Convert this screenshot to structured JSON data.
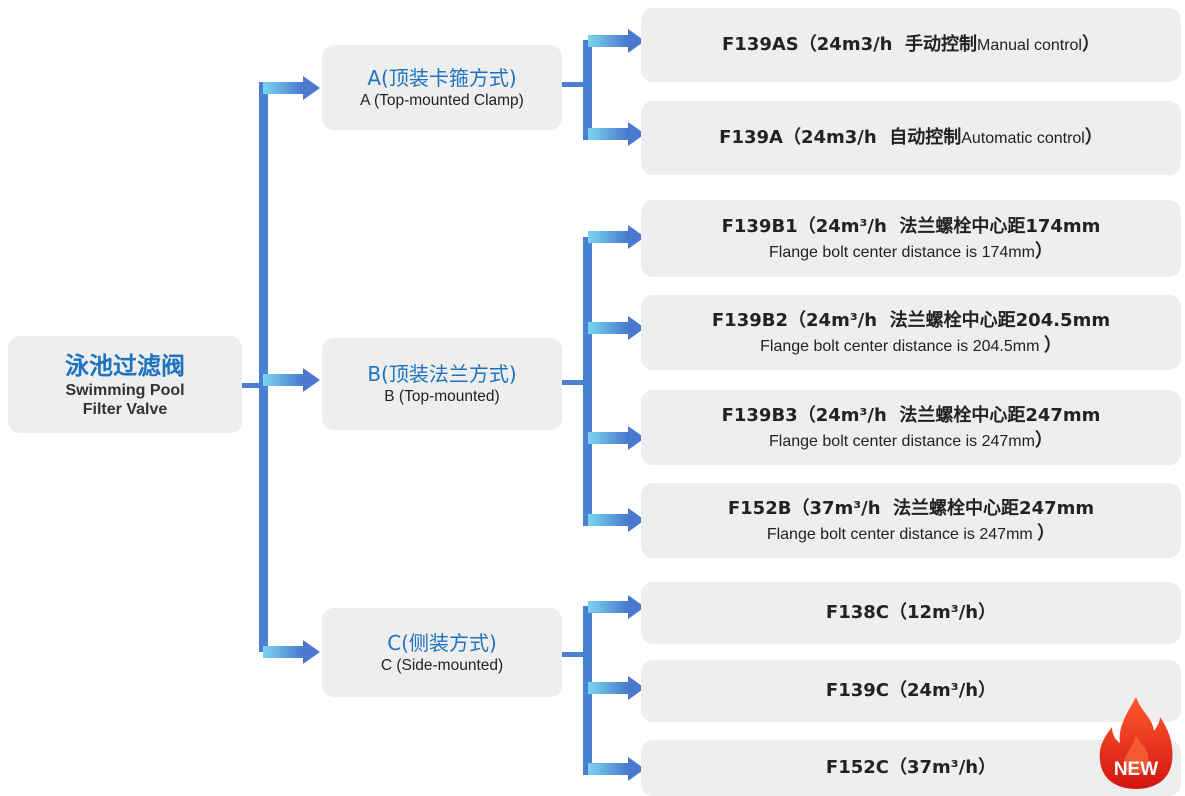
{
  "colors": {
    "connector": "#4a7fd4",
    "arrow_start": "#79d6ee",
    "arrow_end": "#4a78cf",
    "box_bg": "#eeeeee",
    "title_blue": "#1e73be",
    "flame": "#e8231a"
  },
  "root": {
    "title_cn": "泳池过滤阀",
    "title_en_1": "Swimming Pool",
    "title_en_2": "Filter Valve"
  },
  "categories": [
    {
      "cn": "A(顶装卡箍方式)",
      "en": "A (Top-mounted Clamp)"
    },
    {
      "cn": "B(顶装法兰方式)",
      "en": "B (Top-mounted)"
    },
    {
      "cn": "C(侧装方式)",
      "en": "C (Side-mounted)"
    }
  ],
  "products": [
    {
      "code": "F139AS",
      "open": "（",
      "rate": "24m3/h",
      "desc_cn": "手动控制",
      "desc_en": "Manual control",
      "close": "）"
    },
    {
      "code": "F139A",
      "open": "（",
      "rate": "24m3/h",
      "desc_cn": "自动控制",
      "desc_en": "Automatic control",
      "close": "）"
    },
    {
      "code": "F139B1",
      "open": "（",
      "rate": "24m³/h",
      "desc_cn": "法兰螺栓中心距174mm",
      "line2": "Flange bolt center distance is 174mm",
      "close": "）"
    },
    {
      "code": "F139B2",
      "open": "（",
      "rate": "24m³/h",
      "desc_cn": "法兰螺栓中心距204.5mm",
      "line2": "Flange bolt center distance is 204.5mm ",
      "close": "）"
    },
    {
      "code": "F139B3",
      "open": "（",
      "rate": "24m³/h",
      "desc_cn": "法兰螺栓中心距247mm",
      "line2": "Flange bolt center distance is 247mm",
      "close": "）"
    },
    {
      "code": "F152B",
      "open": "（",
      "rate": "37m³/h",
      "desc_cn": "法兰螺栓中心距247mm",
      "line2": "Flange bolt center distance is 247mm ",
      "close": "）"
    },
    {
      "code": "F138C",
      "label": "F138C（12m³/h）"
    },
    {
      "code": "F139C",
      "label": "F139C（24m³/h）"
    },
    {
      "code": "F152C",
      "label": "F152C（37m³/h）"
    }
  ],
  "badge": {
    "text": "NEW",
    "icon": "flame-icon"
  }
}
